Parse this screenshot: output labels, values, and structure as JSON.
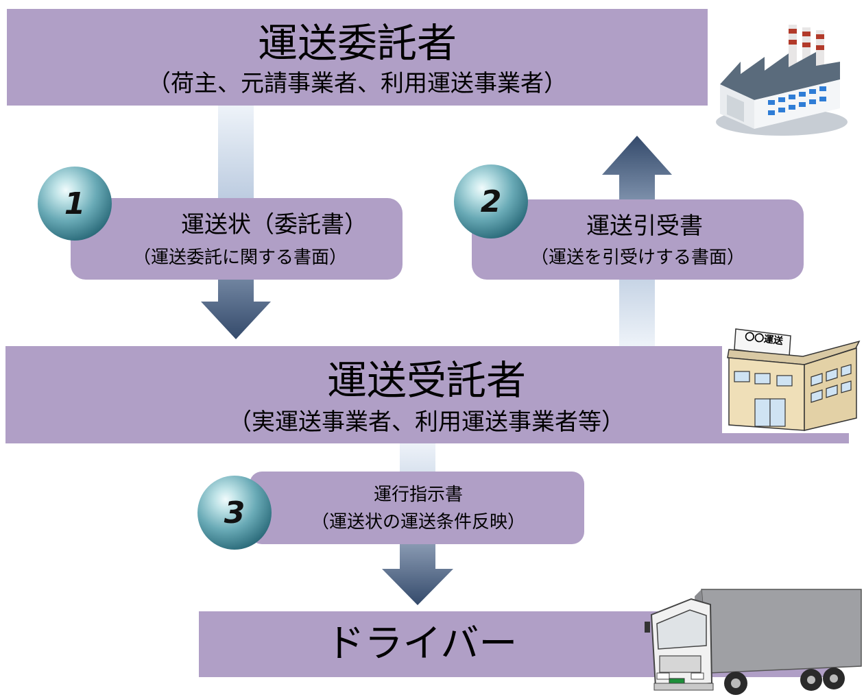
{
  "top_box": {
    "title": "運送委託者",
    "subtitle": "（荷主、元請事業者、利用運送事業者）"
  },
  "middle_box": {
    "title": "運送受託者",
    "subtitle": "（実運送事業者、利用運送事業者等）"
  },
  "bottom_box": {
    "title": "ドライバー"
  },
  "step1": {
    "number": "1",
    "title": "運送状（委託書）",
    "subtitle": "（運送委託に関する書面）"
  },
  "step2": {
    "number": "2",
    "title": "運送引受書",
    "subtitle": "（運送を引受けする書面）"
  },
  "step3": {
    "number": "3",
    "title": "運行指示書",
    "subtitle": "（運送状の運送条件反映）"
  },
  "office_sign": "〇〇運送",
  "colors": {
    "box_fill": "#b09fc6",
    "arrow_dark": "#3c5376",
    "arrow_light": "#e4ecf5",
    "circle_teal": "#2f6f7e"
  },
  "icons": [
    "factory-icon",
    "office-building-icon",
    "truck-icon"
  ]
}
